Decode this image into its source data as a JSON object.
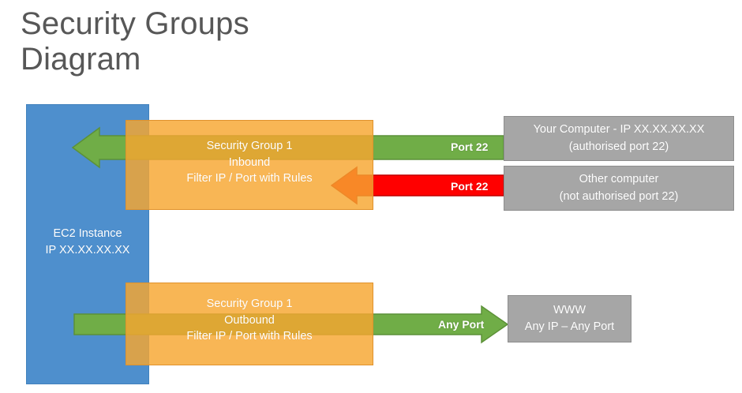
{
  "title": "Security Groups\nDiagram",
  "instance": {
    "name": "ec2-instance",
    "label": "EC2 Instance\nIP XX.XX.XX.XX",
    "color": "#4e8fcd"
  },
  "security_groups": [
    {
      "id": "inbound",
      "label": "Security Group 1\nInbound\nFilter IP / Port with Rules",
      "color": "#f7a630"
    },
    {
      "id": "outbound",
      "label": "Security Group 1\nOutbound\nFilter IP / Port with Rules",
      "color": "#f7a630"
    }
  ],
  "endpoints": [
    {
      "id": "your-computer",
      "label": "Your Computer - IP XX.XX.XX.XX\n(authorised port 22)",
      "color": "#a6a6a6"
    },
    {
      "id": "other-computer",
      "label": "Other computer\n(not authorised port 22)",
      "color": "#a6a6a6"
    },
    {
      "id": "www",
      "label": "WWW\nAny IP – Any Port",
      "color": "#a6a6a6"
    }
  ],
  "flows": [
    {
      "id": "allowed-inbound",
      "label": "Port 22",
      "color": "#70ad47",
      "direction": "right-to-left",
      "status": "allowed"
    },
    {
      "id": "blocked-inbound",
      "label": "Port 22",
      "color": "#ff0000",
      "direction": "right-to-left",
      "status": "blocked"
    },
    {
      "id": "allowed-outbound",
      "label": "Any Port",
      "color": "#70ad47",
      "direction": "left-to-right",
      "status": "allowed"
    }
  ]
}
